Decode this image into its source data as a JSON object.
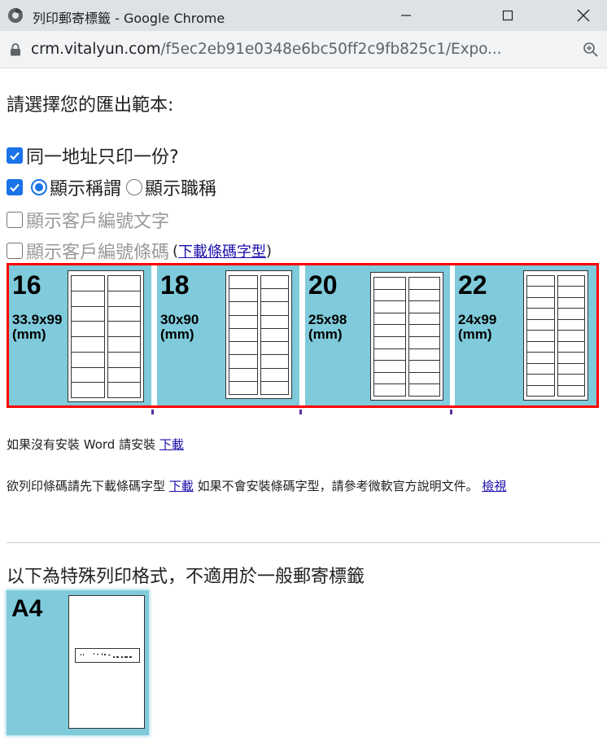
{
  "window": {
    "title": "列印郵寄標籤 - Google Chrome"
  },
  "address_bar": {
    "domain": "crm.vitalyun.com",
    "path": "/f5ec2eb91e0348e6bc50ff2c9fb825c1/Expo..."
  },
  "page": {
    "heading": "請選擇您的匯出範本:",
    "options": {
      "same_address_once": {
        "label": "同一地址只印一份?",
        "checked": true
      },
      "show_salutation_group": {
        "checked": true
      },
      "show_salutation": {
        "label": "顯示稱謂",
        "selected": true
      },
      "show_job_title": {
        "label": "顯示職稱",
        "selected": false
      },
      "show_customer_id_text": {
        "label": "顯示客戶編號文字",
        "checked": false
      },
      "show_customer_id_barcode": {
        "label": "顯示客戶編號條碼",
        "checked": false,
        "paren_open": "(",
        "link_label": "下載條碼字型",
        "paren_close": ")"
      }
    },
    "label_templates": [
      {
        "count": "16",
        "size_line1": "33.9x99",
        "size_line2": "(mm)",
        "rows": 8
      },
      {
        "count": "18",
        "size_line1": "30x90",
        "size_line2": "(mm)",
        "rows": 9
      },
      {
        "count": "20",
        "size_line1": "25x98",
        "size_line2": "(mm)",
        "rows": 10
      },
      {
        "count": "22",
        "size_line1": "24x99",
        "size_line2": "(mm)",
        "rows": 11
      }
    ],
    "word_notice": {
      "text": "如果沒有安裝 Word 請安裝 ",
      "link": "下載"
    },
    "barcode_notice": {
      "text1": "欲列印條碼請先下載條碼字型 ",
      "link1": "下載",
      "text2": " 如果不會安裝條碼字型，請參考微軟官方說明文件。 ",
      "link2": "檢視"
    },
    "special_heading": "以下為特殊列印格式，不適用於一般郵寄標籤",
    "special_template": {
      "label": "A4"
    }
  },
  "colors": {
    "tile_bg": "#7fcbdb",
    "highlight_border": "#ff0000",
    "checkbox_blue": "#1a73e8",
    "link": "#1a0dab"
  }
}
